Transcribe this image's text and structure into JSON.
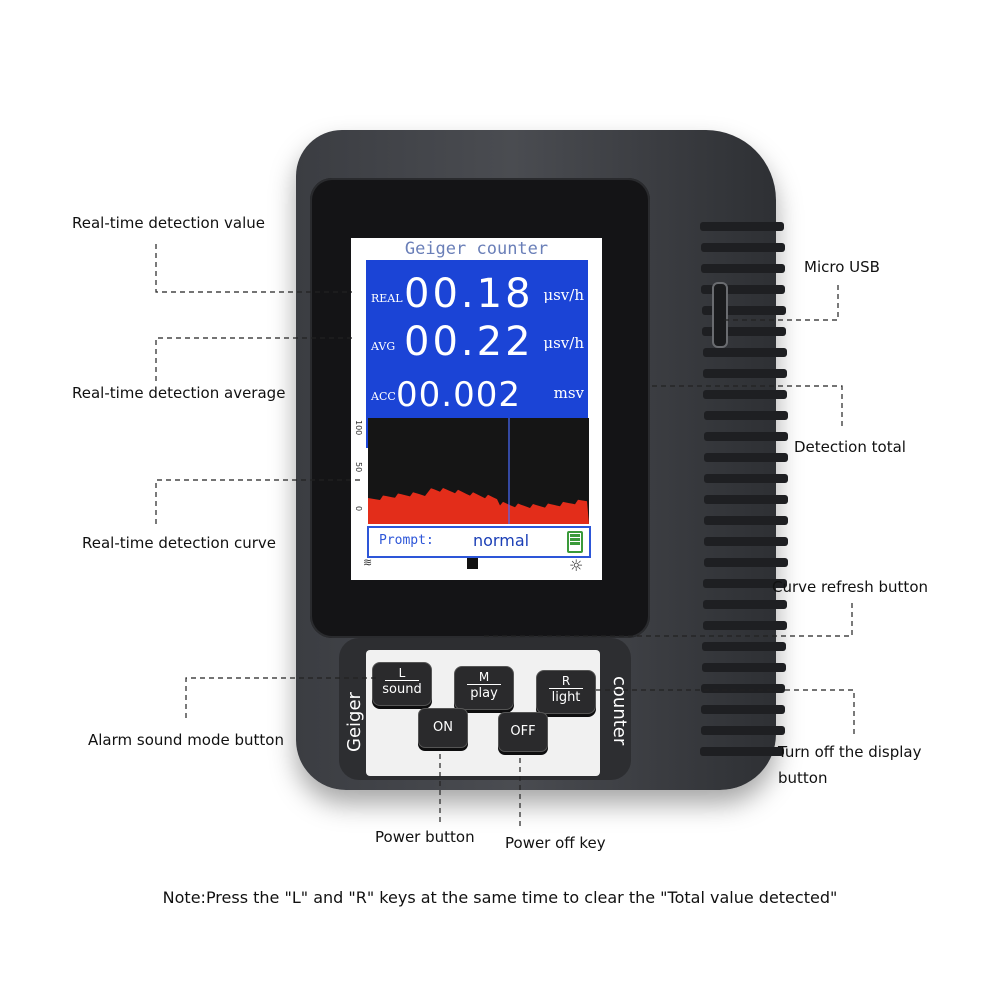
{
  "screen": {
    "title": "Geiger counter",
    "readings": [
      {
        "label": "REAL",
        "value": "00.18",
        "unit": "μsv/h"
      },
      {
        "label": "AVG",
        "value": "00.22",
        "unit": "μsv/h"
      },
      {
        "label": "ACC",
        "value": "00.002",
        "unit": "msv"
      }
    ],
    "y_ticks": [
      "100",
      "50",
      "0"
    ],
    "prompt_label": "Prompt:",
    "prompt_status": "normal",
    "colors": {
      "readout_bg": "#1b44d6",
      "curve": "#e32d1a",
      "cursor": "#4a6cff"
    }
  },
  "keypad": {
    "side_left": "Geiger",
    "side_right": "counter",
    "keys": [
      {
        "top": "L",
        "bottom": "sound"
      },
      {
        "top": "M",
        "bottom": "play"
      },
      {
        "top": "R",
        "bottom": "light"
      }
    ],
    "on_label": "ON",
    "off_label": "OFF"
  },
  "callouts": {
    "realtime_value": "Real-time detection value",
    "realtime_average": "Real-time detection average",
    "realtime_curve": "Real-time detection curve",
    "alarm_sound": "Alarm sound mode button",
    "micro_usb": "Micro USB",
    "detection_total": "Detection total",
    "curve_refresh": "Curve refresh button",
    "display_off_line1": "Turn off the display",
    "display_off_line2": "button",
    "power_button": "Power button",
    "power_off_key": "Power off key"
  },
  "note": "Note:Press the \"L\" and \"R\" keys at the same time to clear the \"Total value detected\""
}
